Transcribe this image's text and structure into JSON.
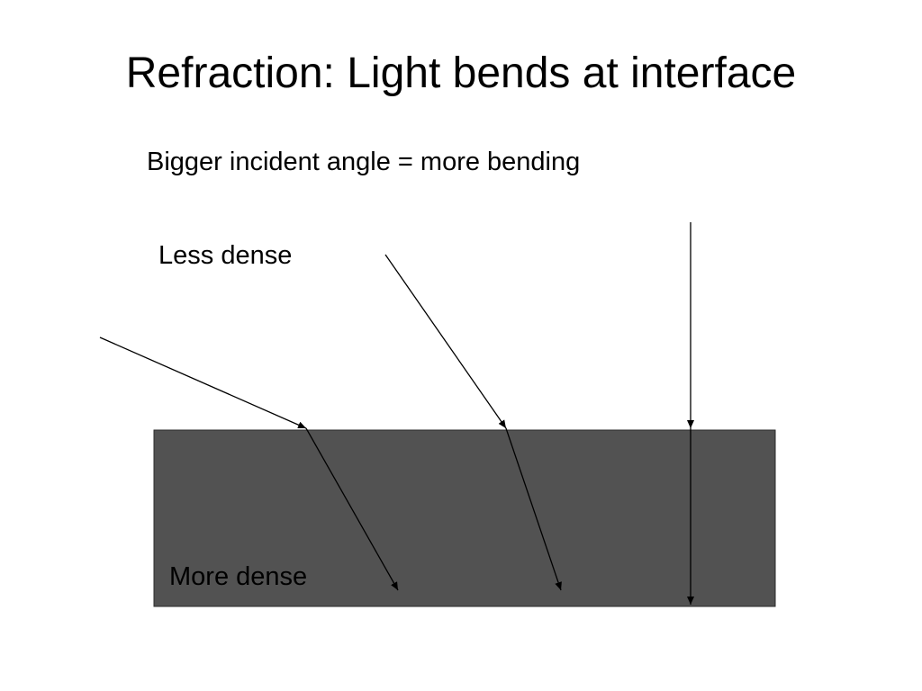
{
  "slide": {
    "title": "Refraction: Light bends at interface",
    "subtitle": "Bigger incident angle = more bending"
  },
  "diagram": {
    "upper_medium_label": "Less dense",
    "lower_medium_label": "More dense",
    "colors": {
      "dense_medium_fill": "#525252",
      "dense_medium_border": "#2a2a2a",
      "ray_color": "#000000",
      "background": "#ffffff"
    },
    "rays": [
      {
        "name": "large-incidence-ray",
        "bending": "most"
      },
      {
        "name": "medium-incidence-ray",
        "bending": "less"
      },
      {
        "name": "normal-incidence-ray",
        "bending": "none"
      }
    ]
  }
}
